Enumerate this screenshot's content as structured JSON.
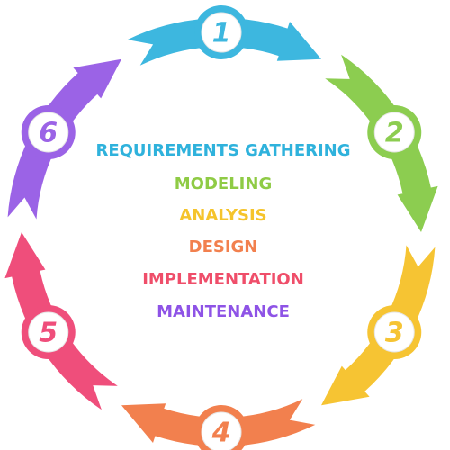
{
  "cycle": {
    "stages": [
      {
        "number": "1",
        "color": "#3db7df"
      },
      {
        "number": "2",
        "color": "#8ccd50"
      },
      {
        "number": "3",
        "color": "#f6c433"
      },
      {
        "number": "4",
        "color": "#f2804e"
      },
      {
        "number": "5",
        "color": "#ef4e7b"
      },
      {
        "number": "6",
        "color": "#9b63e6"
      }
    ]
  },
  "phases": [
    {
      "label": "REQUIREMENTS GATHERING",
      "color": "#2fb2dc"
    },
    {
      "label": "MODELING",
      "color": "#8fcb45"
    },
    {
      "label": "ANALYSIS",
      "color": "#f5c42c"
    },
    {
      "label": "DESIGN",
      "color": "#f2804e"
    },
    {
      "label": "IMPLEMENTATION",
      "color": "#ef4e6a"
    },
    {
      "label": "MAINTENANCE",
      "color": "#8e53e6"
    }
  ]
}
